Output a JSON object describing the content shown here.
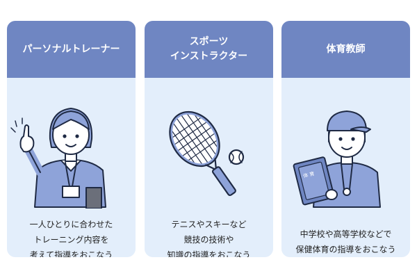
{
  "cards": [
    {
      "title": "パーソナルトレーナー",
      "description": "一人ひとりに合わせた\nトレーニング内容を\n考えて指導をおこなう",
      "icon": "personal-trainer-illustration"
    },
    {
      "title": "スポーツ\nインストラクター",
      "description": "テニスやスキーなど\n競技の技術や\n知識の指導をおこなう",
      "icon": "tennis-racket-illustration"
    },
    {
      "title": "体育教師",
      "description": "中学校や高等学校などで\n保健体育の指導をおこなう",
      "icon": "pe-teacher-illustration"
    }
  ],
  "colors": {
    "header": "#6f86c2",
    "card_body": "#e3eefb",
    "accent_blue": "#8ea3d9",
    "outline": "#1f2a44"
  }
}
